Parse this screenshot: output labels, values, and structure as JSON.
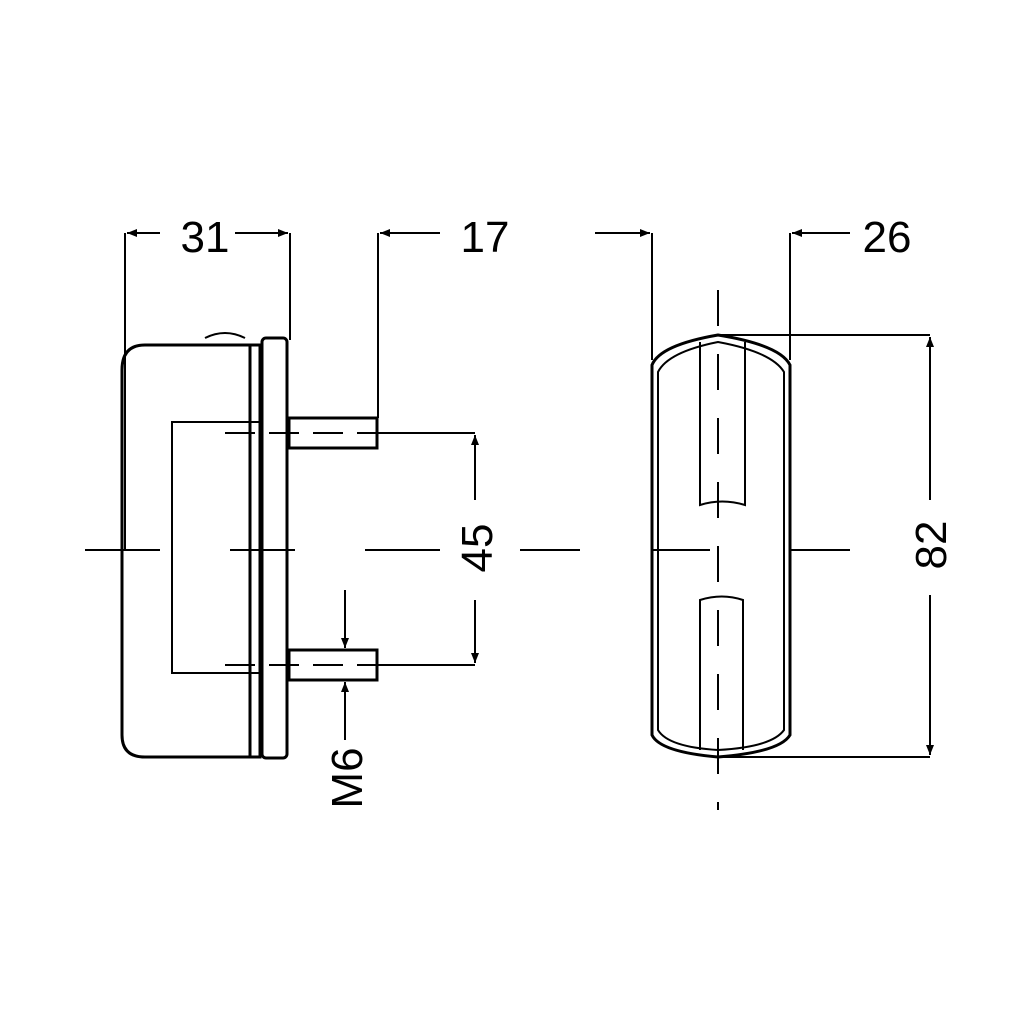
{
  "drawing": {
    "dimensions": {
      "depth_total": "31",
      "stud_length": "17",
      "stud_spacing": "45",
      "thread": "M6",
      "width": "26",
      "height": "82"
    },
    "colors": {
      "line": "#000000",
      "background": "#ffffff"
    }
  }
}
